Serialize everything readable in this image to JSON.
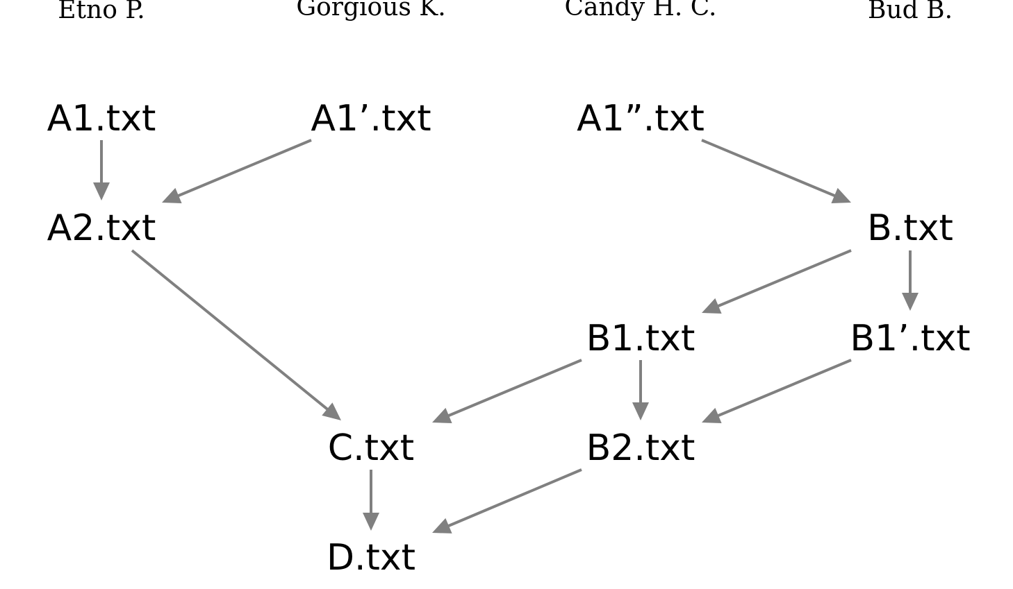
{
  "colors": {
    "edge": "#808080",
    "text": "#000000",
    "background": "#ffffff"
  },
  "authors": {
    "etno": "Etno P.",
    "gorgious": "Gorgious K.",
    "candy": "Candy H. C.",
    "bud": "Bud B."
  },
  "files": {
    "a1": "A1.txt",
    "a1_prime": "A1’.txt",
    "a1_double_prime": "A1”.txt",
    "a2": "A2.txt",
    "b": "B.txt",
    "b1": "B1.txt",
    "b1_prime": "B1’.txt",
    "c": "C.txt",
    "b2": "B2.txt",
    "d": "D.txt"
  },
  "edges": [
    {
      "from": "a1",
      "to": "a2"
    },
    {
      "from": "a1_prime",
      "to": "a2"
    },
    {
      "from": "a1_double_prime",
      "to": "b"
    },
    {
      "from": "a2",
      "to": "c"
    },
    {
      "from": "b",
      "to": "b1"
    },
    {
      "from": "b",
      "to": "b1_prime"
    },
    {
      "from": "b1",
      "to": "c"
    },
    {
      "from": "b1",
      "to": "b2"
    },
    {
      "from": "b1_prime",
      "to": "b2"
    },
    {
      "from": "c",
      "to": "d"
    },
    {
      "from": "b2",
      "to": "d"
    }
  ]
}
